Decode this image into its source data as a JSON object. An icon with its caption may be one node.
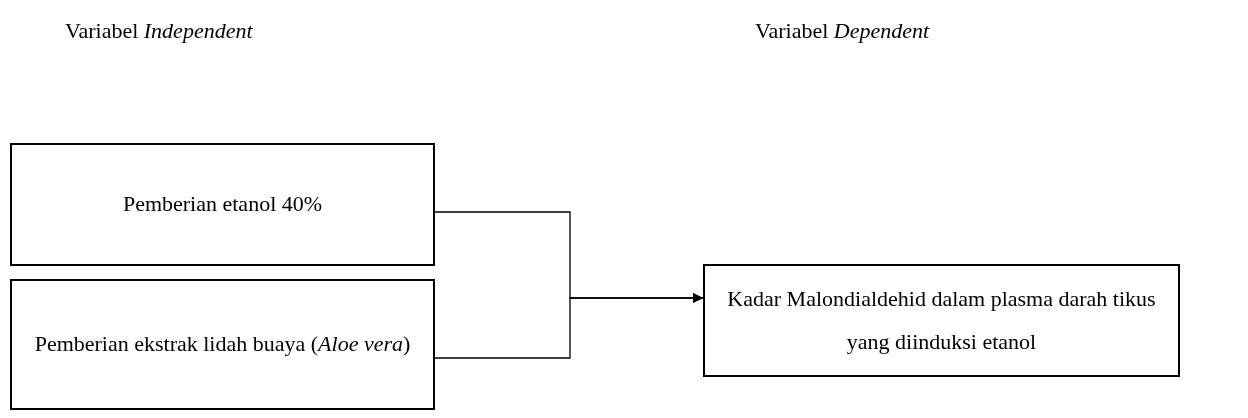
{
  "diagram": {
    "nodes": [
      {
        "text": [
          "Pemberian etanol 40%"
        ]
      },
      {
        "text": [
          "Pemberian ekstrak lidah buaya (*Aloe vera*)"
        ]
      },
      {
        "text": [
          "Kadar Malondialdehid dalam plasma darah tikus yang diinduksi etanol"
        ]
      }
    ],
    "edges": [
      {
        "from": 0,
        "to": 2,
        "arrow": "to"
      },
      {
        "from": 1,
        "to": 2,
        "arrow": "to"
      }
    ],
    "labels": [
      "Variabel *Independent*",
      "Variabel *Dependent*"
    ]
  }
}
